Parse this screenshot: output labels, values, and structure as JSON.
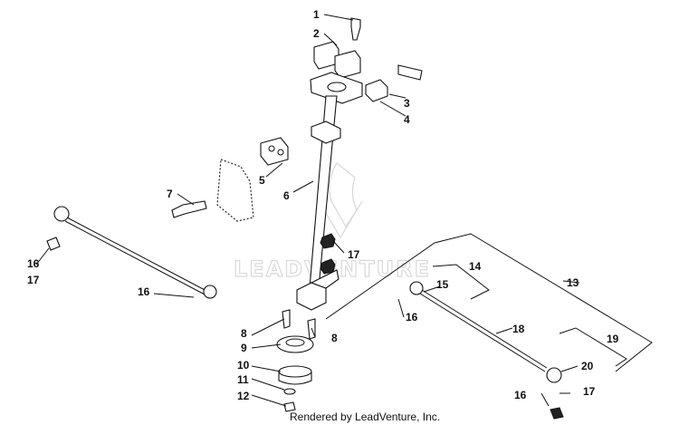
{
  "callouts": [
    "1",
    "2",
    "3",
    "4",
    "5",
    "6",
    "7",
    "8",
    "8",
    "9",
    "10",
    "11",
    "12",
    "13",
    "14",
    "15",
    "16",
    "16",
    "16",
    "16",
    "17",
    "17",
    "17",
    "18",
    "19",
    "20"
  ],
  "watermark": "LEADVENTURE",
  "credit": "Rendered by LeadVenture, Inc.",
  "colors": {
    "line": "#111111",
    "watermark": "#d8d8d8",
    "background": "#ffffff"
  }
}
